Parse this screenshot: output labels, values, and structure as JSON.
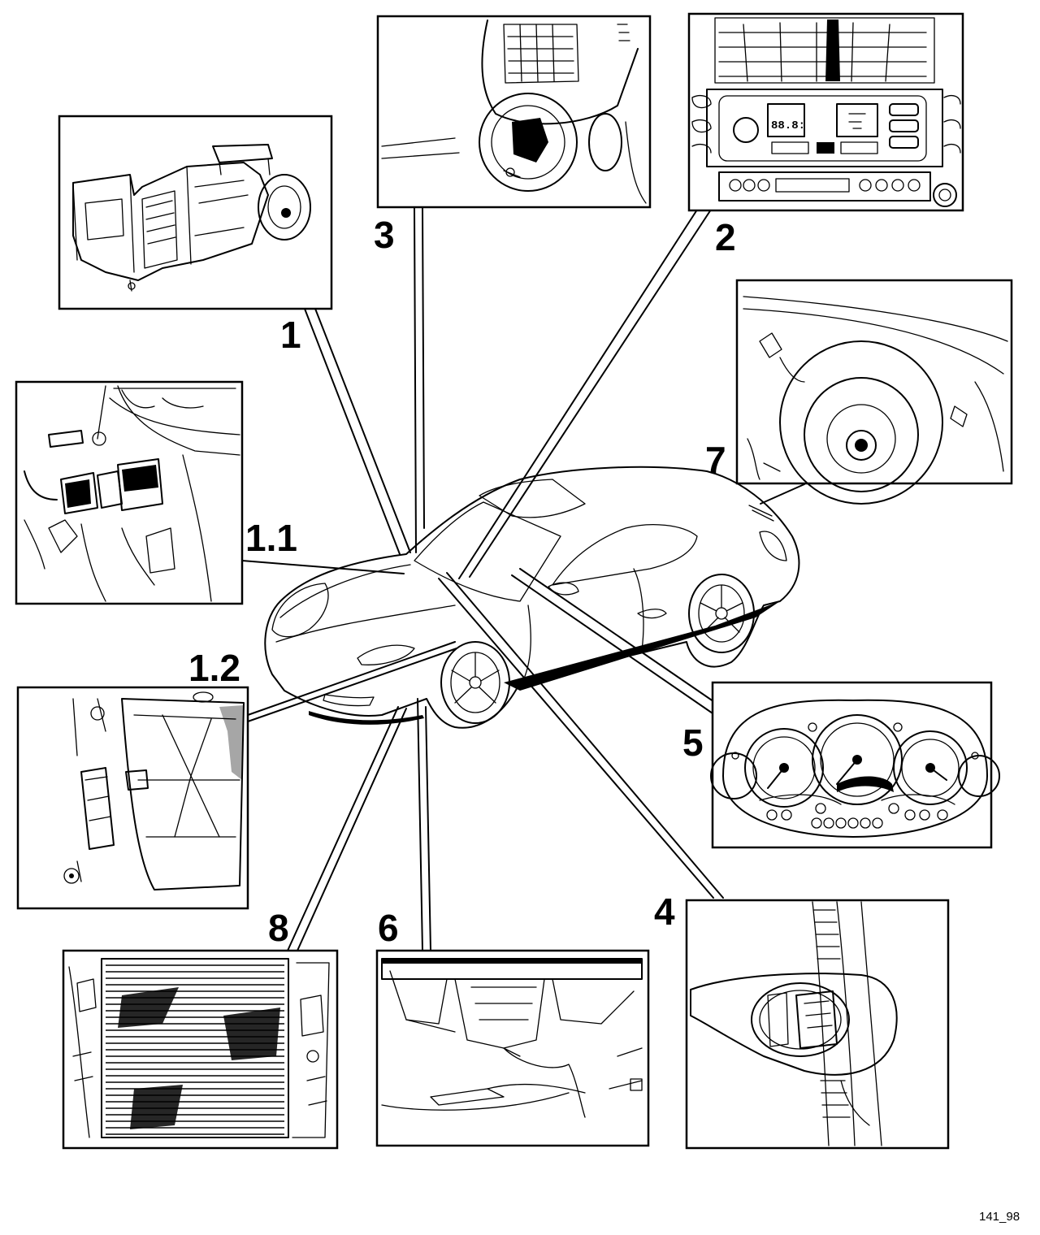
{
  "callouts": {
    "c1": "1",
    "c1_1": "1.1",
    "c1_2": "1.2",
    "c2": "2",
    "c3": "3",
    "c4": "4",
    "c5": "5",
    "c6": "6",
    "c7": "7",
    "c8": "8"
  },
  "cluster_display": "88.8:",
  "figure_ref": "141_98"
}
